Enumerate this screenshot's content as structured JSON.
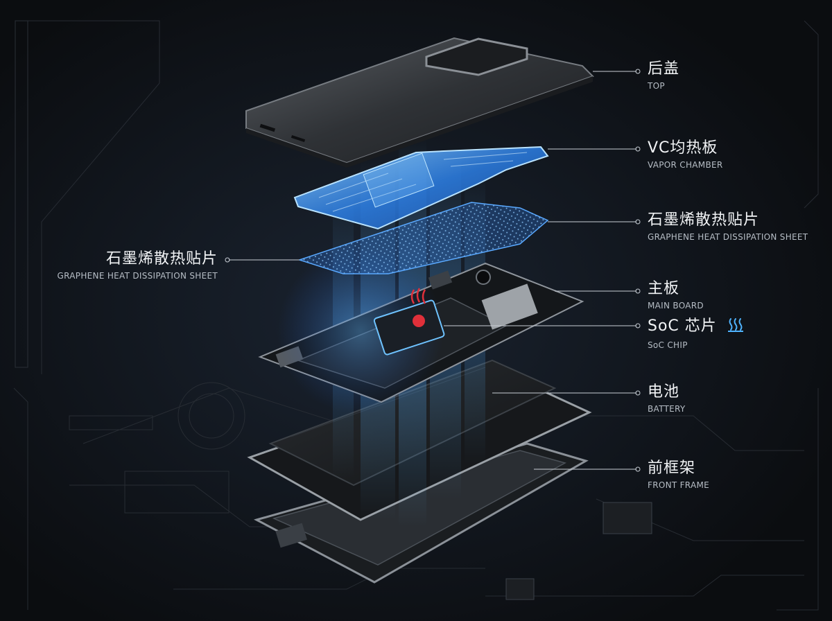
{
  "labels": [
    {
      "id": "back-cover",
      "zh": "后盖",
      "en": "TOP"
    },
    {
      "id": "vapor-chamber",
      "zh": "VC均热板",
      "en": "VAPOR CHAMBER"
    },
    {
      "id": "graphene-right",
      "zh": "石墨烯散热贴片",
      "en": "GRAPHENE HEAT DISSIPATION SHEET"
    },
    {
      "id": "graphene-left",
      "zh": "石墨烯散热贴片",
      "en": "GRAPHENE HEAT DISSIPATION SHEET"
    },
    {
      "id": "main-board",
      "zh": "主板",
      "en": "MAIN BOARD"
    },
    {
      "id": "soc-chip",
      "zh": "SoC 芯片",
      "en": "SoC CHIP"
    },
    {
      "id": "battery",
      "zh": "电池",
      "en": "BATTERY"
    },
    {
      "id": "front-frame",
      "zh": "前框架",
      "en": "FRONT FRAME"
    }
  ],
  "icons": {
    "soc_heat": "heat-waves-icon"
  },
  "colors": {
    "background": "#0c0e11",
    "glow": "#2f8cff",
    "glow_light": "#8fd0ff",
    "chip_red": "#e0303a",
    "leader_line": "#c9cfd6"
  }
}
